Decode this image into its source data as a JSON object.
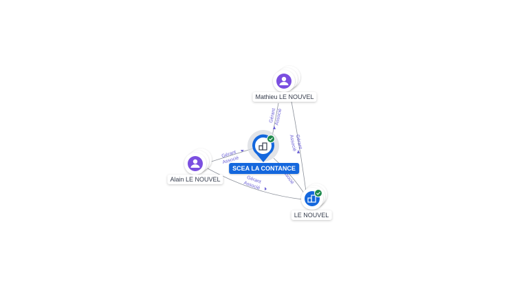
{
  "colors": {
    "company_blue": "#1467dd",
    "person_purple": "#7b4fe0",
    "check_green": "#1e8a4c",
    "edge_gray": "#8a8f99",
    "edge_label": "#6a5fd6"
  },
  "nodes": {
    "scea": {
      "label": "SCEA LA CONTANCE",
      "icon": "company-building-icon",
      "badge": "check-icon"
    },
    "mathieu": {
      "label": "Mathieu LE NOUVEL",
      "icon": "person-icon"
    },
    "alain": {
      "label": "Alain LE NOUVEL",
      "icon": "person-icon"
    },
    "lenouvel": {
      "label": "LE NOUVEL",
      "icon": "company-building-icon",
      "badge": "check-icon"
    }
  },
  "edges": {
    "mathieu_scea": {
      "role1": "Gérant",
      "role2": "Associé"
    },
    "alain_scea": {
      "role1": "Gérant",
      "role2": "Associé"
    },
    "mathieu_lenouvel": {
      "role1": "Gérant",
      "role2": "Associé"
    },
    "alain_lenouvel": {
      "role1": "Gérant",
      "role2": "Associé"
    },
    "scea_lenouvel": {
      "role1": "Associé"
    }
  }
}
